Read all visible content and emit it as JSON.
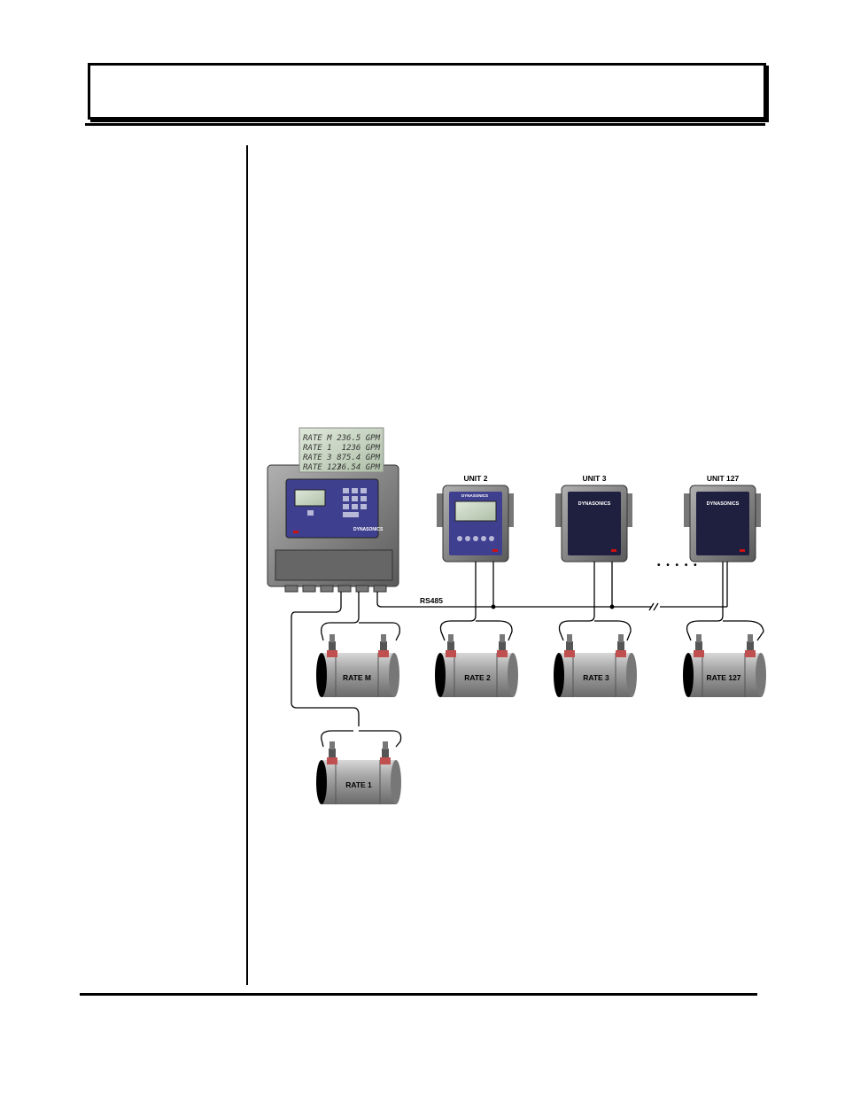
{
  "colors": {
    "main_panel": "#3f3f8f",
    "housing": "#8a8a8a",
    "lcd": "#c9d8c3",
    "pipe": "#9a9a9a",
    "accent_red": "#d01010"
  },
  "lcd_readout": [
    {
      "label": "RATE M",
      "value": "236.5 GPM"
    },
    {
      "label": "RATE 1",
      "value": "1236 GPM"
    },
    {
      "label": "RATE 3",
      "value": "875.4 GPM"
    },
    {
      "label": "RATE 127",
      "value": "36.54 GPM"
    }
  ],
  "units": [
    "UNIT 2",
    "UNIT 3",
    "UNIT 127"
  ],
  "brand": "DYNASONICS",
  "bus_label": "RS485",
  "pipes": [
    "RATE M",
    "RATE 2",
    "RATE 3",
    "RATE 127",
    "RATE 1"
  ],
  "ellipsis": "• • • • •"
}
